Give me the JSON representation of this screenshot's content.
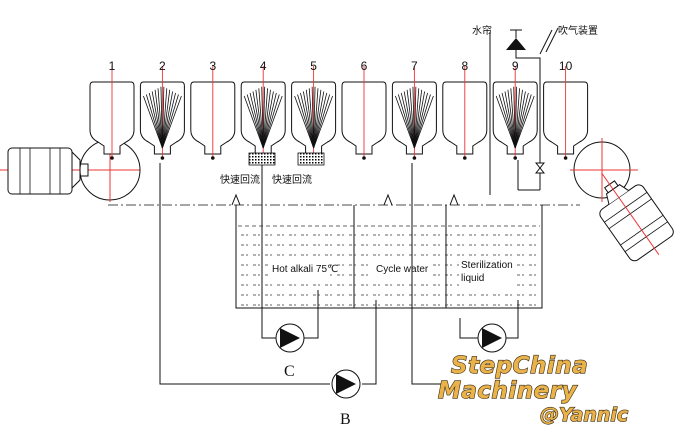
{
  "stations": [
    {
      "number": "1",
      "type": "bottle"
    },
    {
      "number": "2",
      "type": "brush"
    },
    {
      "number": "3",
      "type": "bottle"
    },
    {
      "number": "4",
      "type": "brush-quick"
    },
    {
      "number": "5",
      "type": "brush-quick"
    },
    {
      "number": "6",
      "type": "bottle"
    },
    {
      "number": "7",
      "type": "brush"
    },
    {
      "number": "8",
      "type": "bottle"
    },
    {
      "number": "9",
      "type": "brush"
    },
    {
      "number": "10",
      "type": "bottle"
    }
  ],
  "quick_return_label": "快速回流",
  "water_curtain_label": "水帘",
  "air_blow_label": "吹气装置",
  "tanks": {
    "hot_alkali": "Hot alkali 75℃",
    "cycle_water": "Cycle water",
    "sterilization_line1": "Sterilization",
    "sterilization_line2": "liquid"
  },
  "pumps": {
    "c": "C",
    "b": "B"
  },
  "watermark": {
    "line1": "StepChina",
    "line2": "Machinery",
    "line3": "@Yannic"
  }
}
